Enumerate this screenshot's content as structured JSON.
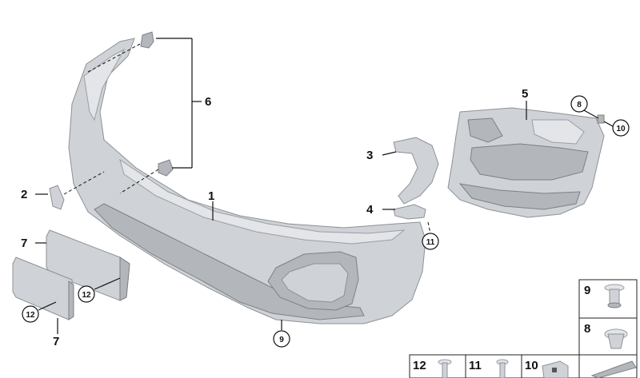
{
  "callouts": {
    "bumper_cover": "1",
    "cover_cap_left": "2",
    "bracket_upper": "3",
    "bracket_lower": "4",
    "grille_carrier": "5",
    "bracket_set": "6",
    "plate_base_upper": "7",
    "plate_base_lower": "7",
    "clip_right": "8",
    "rivet_bottom": "9",
    "nut_right": "10",
    "screw_side": "11",
    "screw_plate_upper": "12",
    "screw_plate_lower": "12"
  },
  "legend": {
    "cells": [
      {
        "label": "9",
        "icon": "expanding-rivet-icon"
      },
      {
        "label": "8",
        "icon": "clip-nut-icon"
      },
      {
        "label": "12",
        "icon": "screw-icon"
      },
      {
        "label": "11",
        "icon": "bolt-icon"
      },
      {
        "label": "10",
        "icon": "spring-nut-icon"
      },
      {
        "label": "",
        "icon": "wedge-icon"
      }
    ]
  }
}
